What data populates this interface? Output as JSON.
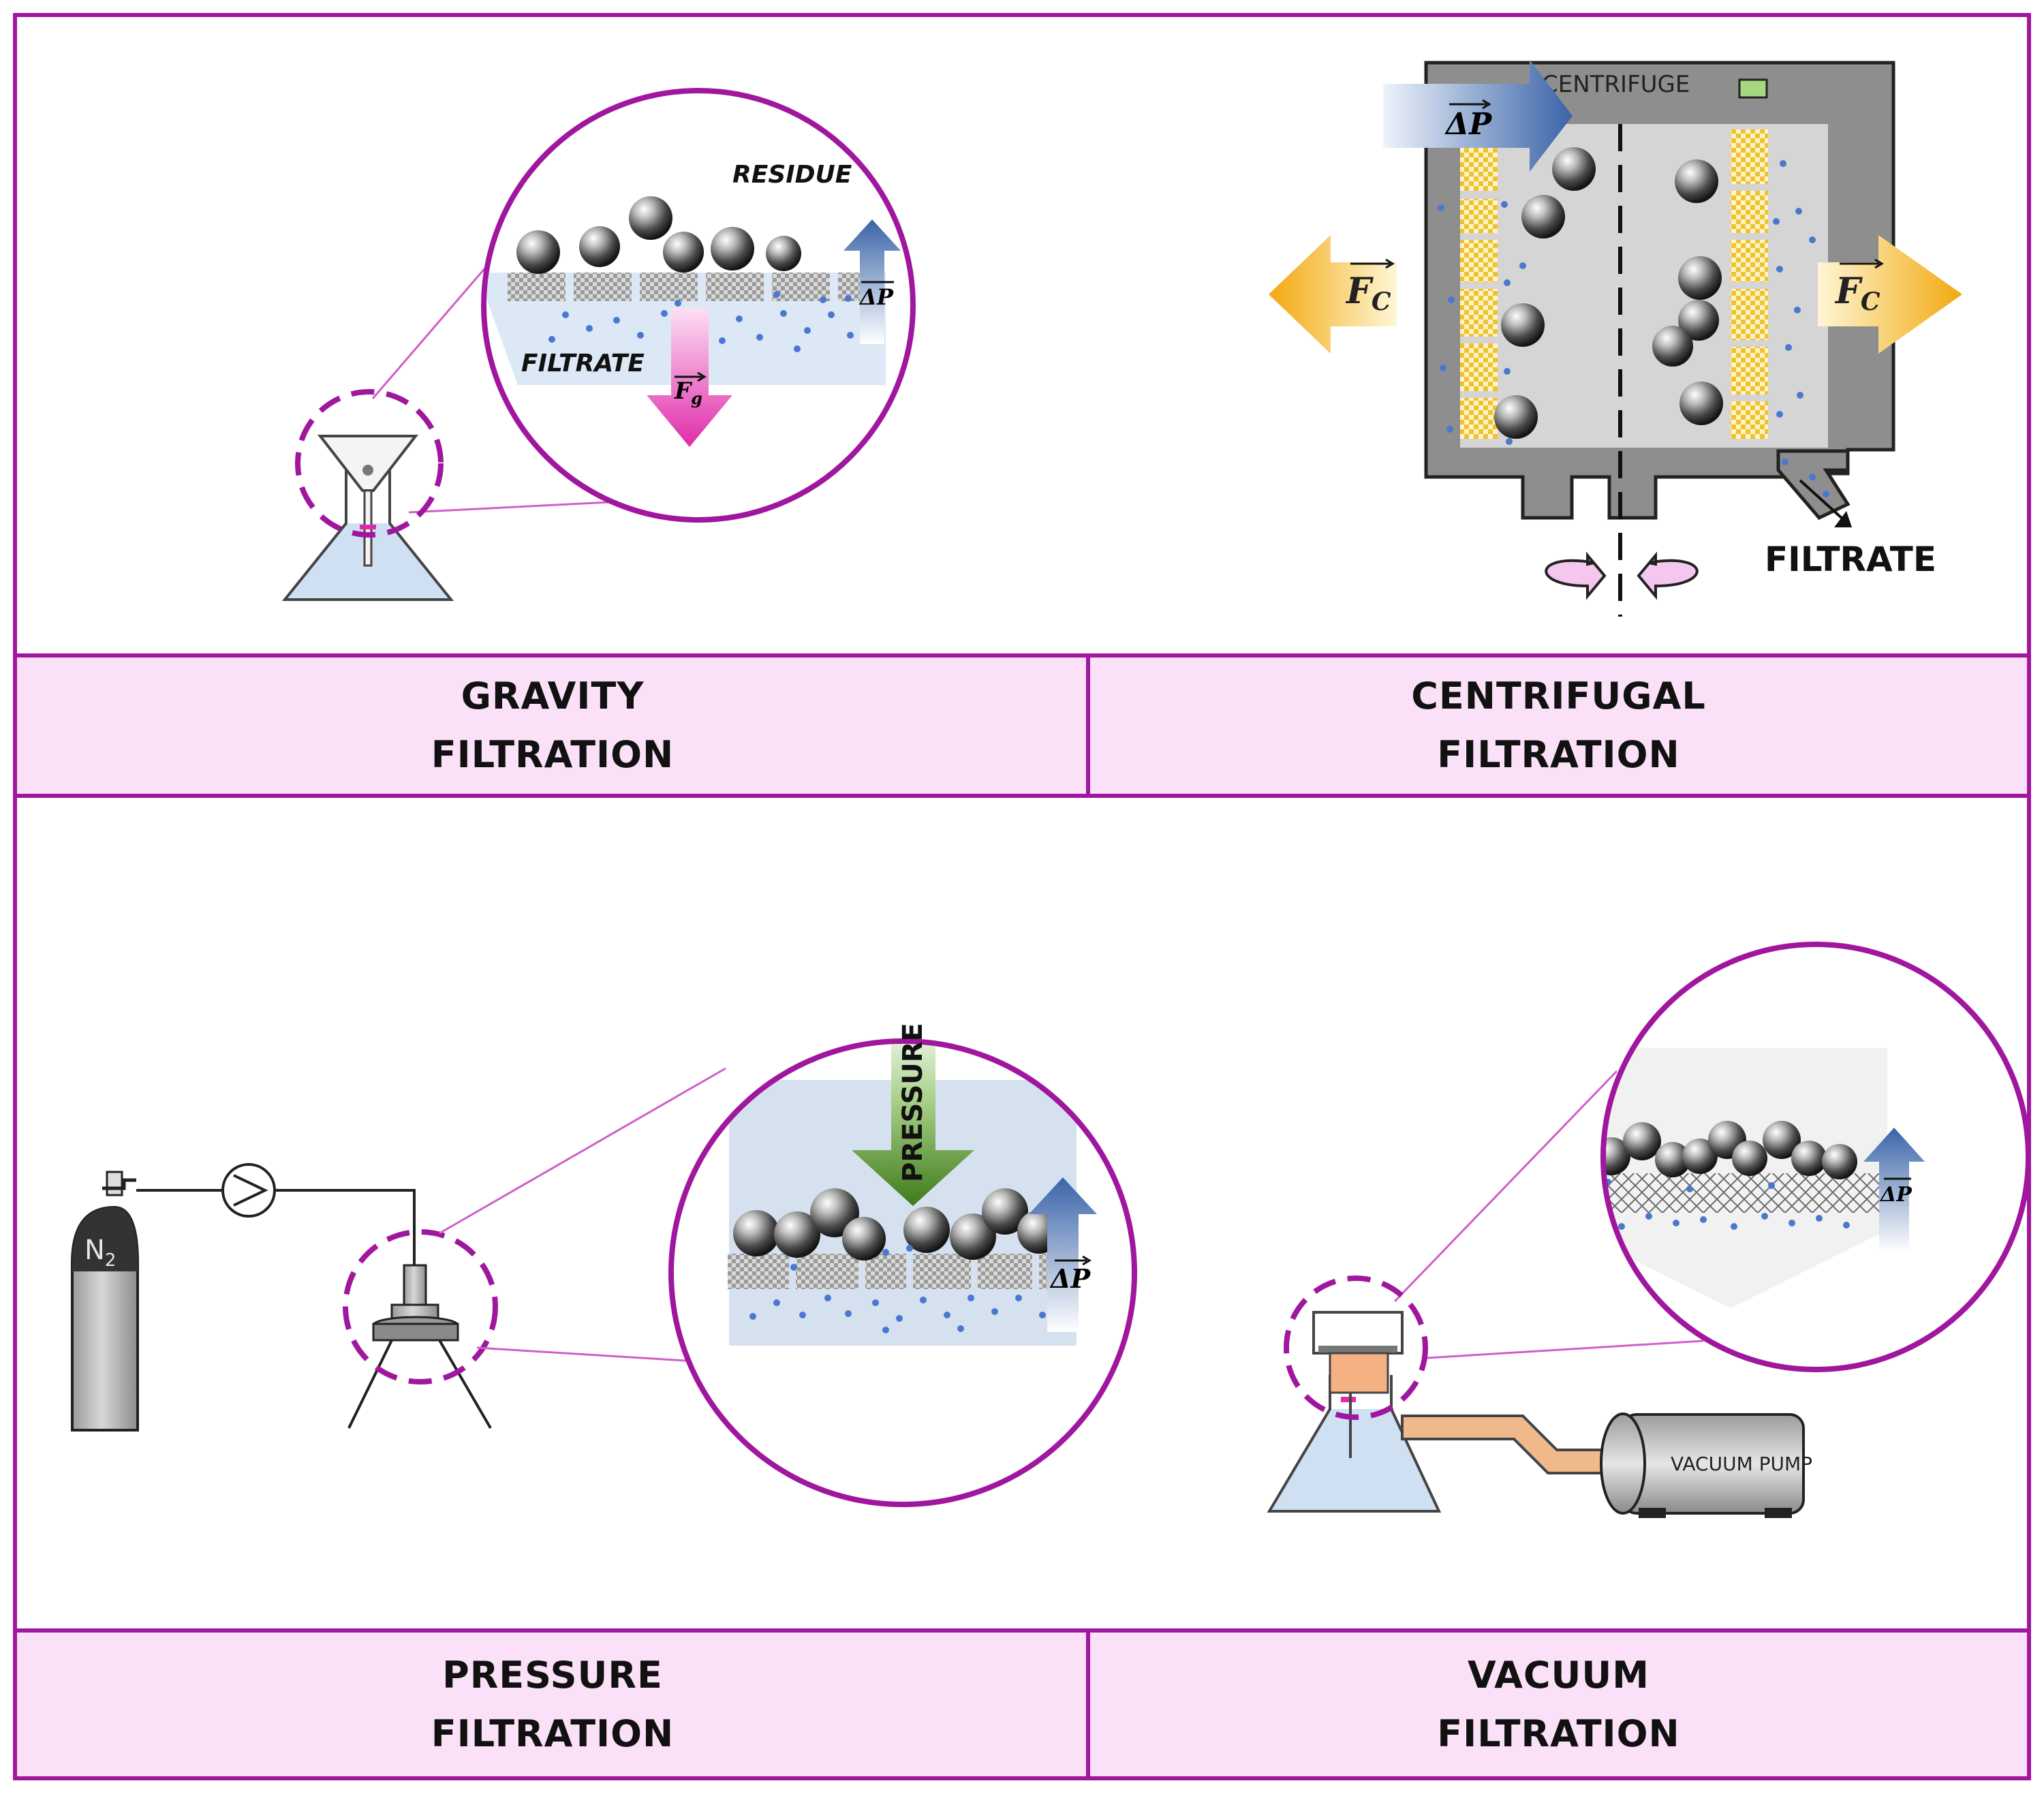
{
  "panels": {
    "gravity": {
      "title_line1": "GRAVITY",
      "title_line2": "FILTRATION",
      "residue_label": "RESIDUE",
      "filtrate_label": "FILTRATE",
      "force_symbol": "F",
      "force_subscript": "g",
      "pressure_symbol": "ΔP"
    },
    "centrifugal": {
      "title_line1": "CENTRIFUGAL",
      "title_line2": "FILTRATION",
      "device_label": "CENTRIFUGE",
      "filtrate_label": "FILTRATE",
      "force_symbol": "F",
      "force_subscript": "C",
      "pressure_symbol": "ΔP"
    },
    "pressure": {
      "title_line1": "PRESSURE",
      "title_line2": "FILTRATION",
      "arrow_label": "PRESSURE",
      "gas_label": "N",
      "gas_subscript": "2",
      "pressure_symbol": "ΔP"
    },
    "vacuum": {
      "title_line1": "VACUUM",
      "title_line2": "FILTRATION",
      "pump_label": "VACUUM PUMP",
      "pressure_symbol": "ΔP"
    }
  },
  "colors": {
    "frame": "#a0169e",
    "caption_bg": "#fbe1f8",
    "liquid": "#cfe0f3",
    "particle": "#4a78d0",
    "delta_p_arrow": "#3a64a8",
    "gravity_arrow": "#e02ba8",
    "centrifugal_arrow": "#f2b316",
    "pressure_arrow": "#4f8a22",
    "vacuum_tube": "#f0b98c"
  }
}
